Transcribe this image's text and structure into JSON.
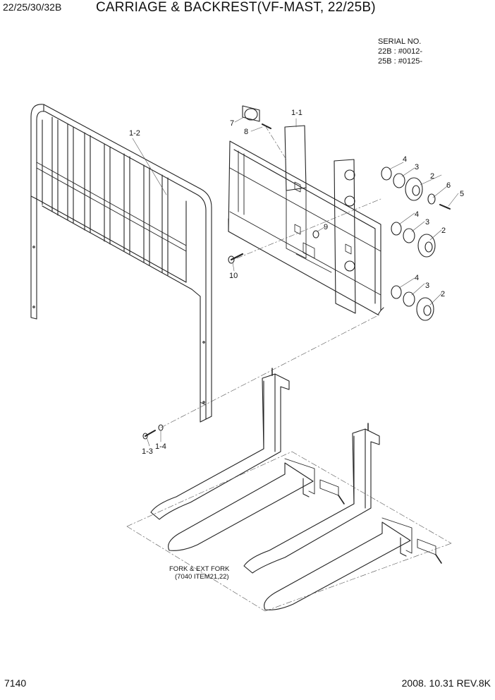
{
  "header": {
    "model": "22/25/30/32B",
    "title": "CARRIAGE & BACKREST(VF-MAST, 22/25B)"
  },
  "serial": {
    "heading": "SERIAL NO.",
    "lines": [
      "22B : #0012-",
      "25B : #0125-"
    ]
  },
  "callouts": {
    "backrest": "1-2",
    "carriage_plate": "1-1",
    "bolt_1_3": "1-3",
    "washer_1_4": "1-4",
    "roller_top": "2",
    "roller_mid": "2",
    "roller_bot": "2",
    "shim_top": "3",
    "shim_mid": "3",
    "shim_bot": "3",
    "washer_top": "4",
    "washer_mid": "4",
    "washer_bot": "4",
    "bolt_5": "5",
    "washer_6": "6",
    "side_roller_7": "7",
    "pin_8": "8",
    "nut_9": "9",
    "bolt_10": "10"
  },
  "fork_note": {
    "line1": "FORK & EXT FORK",
    "line2": "(7040 ITEM21,22)"
  },
  "footer": {
    "page": "7140",
    "revision": "2008. 10.31  REV.8K"
  },
  "colors": {
    "line": "#222222",
    "leader": "#555555"
  }
}
